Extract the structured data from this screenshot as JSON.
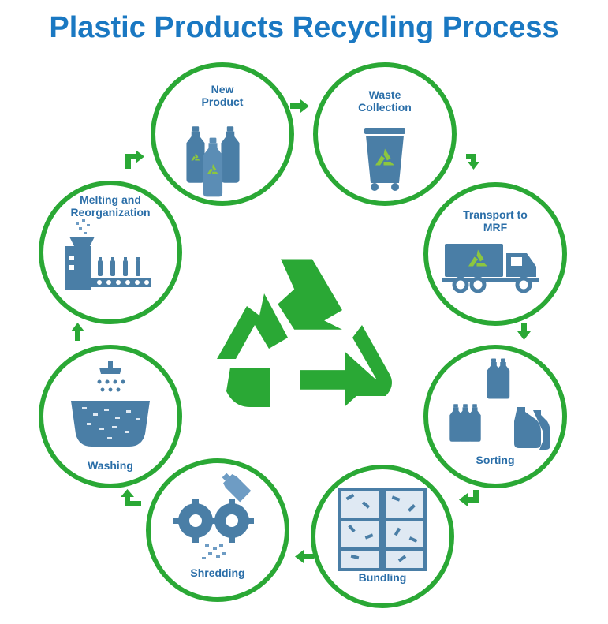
{
  "title": "Plastic Products Recycling Process",
  "colors": {
    "title": "#1a78c2",
    "ring": "#2aa835",
    "arrow": "#2aa835",
    "icon": "#4a7ea6",
    "icon_light": "#6e9cc4",
    "recycle_green": "#2aa835",
    "label": "#2a6ea8"
  },
  "center": {
    "icon": "recycle-symbol-icon"
  },
  "steps": [
    {
      "id": "new-product",
      "lines": [
        "New",
        "Product"
      ],
      "icon": "bottles-icon"
    },
    {
      "id": "waste-collection",
      "lines": [
        "Waste",
        "Collection"
      ],
      "icon": "recycle-bin-icon"
    },
    {
      "id": "transport",
      "lines": [
        "Transport to",
        "MRF"
      ],
      "icon": "truck-icon"
    },
    {
      "id": "sorting",
      "lines": [
        "Sorting"
      ],
      "icon": "sorted-bottles-icon"
    },
    {
      "id": "bundling",
      "lines": [
        "Bundling"
      ],
      "icon": "bales-icon"
    },
    {
      "id": "shredding",
      "lines": [
        "Shredding"
      ],
      "icon": "shredder-icon"
    },
    {
      "id": "washing",
      "lines": [
        "Washing"
      ],
      "icon": "washing-tub-icon"
    },
    {
      "id": "melting",
      "lines": [
        "Melting and",
        "Reorganization"
      ],
      "icon": "melting-machine-icon"
    }
  ]
}
